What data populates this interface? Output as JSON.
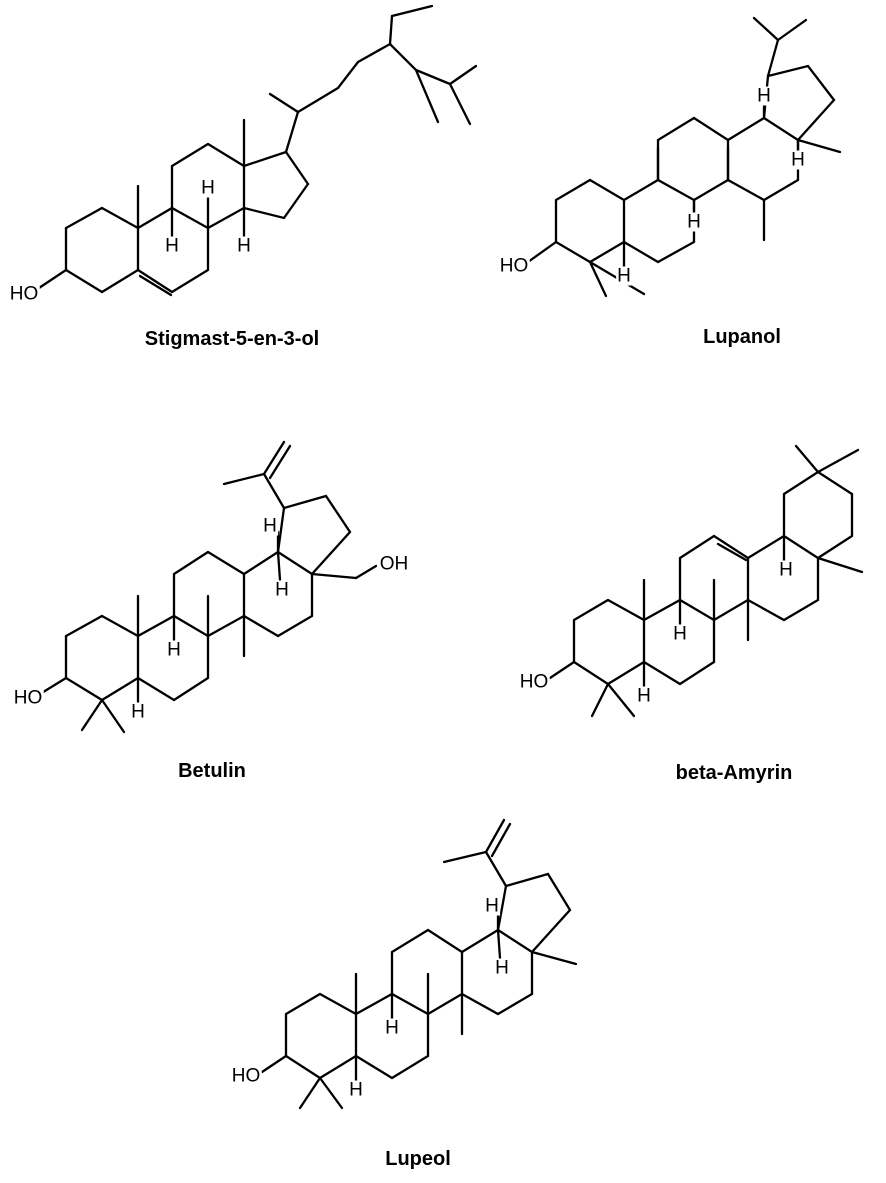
{
  "molecules": [
    {
      "name": "Stigmast-5-en-3-ol",
      "atoms": [
        "HO",
        "H",
        "H",
        "H"
      ]
    },
    {
      "name": "Lupanol",
      "atoms": [
        "HO",
        "H",
        "H",
        "H",
        "H"
      ]
    },
    {
      "name": "Betulin",
      "atoms": [
        "HO",
        "OH",
        "H",
        "H",
        "H",
        "H"
      ]
    },
    {
      "name": "beta-Amyrin",
      "atoms": [
        "HO",
        "H",
        "H",
        "H"
      ]
    },
    {
      "name": "Lupeol",
      "atoms": [
        "HO",
        "H",
        "H",
        "H",
        "H"
      ]
    }
  ],
  "colors": {
    "ink": "#000000",
    "background": "#ffffff"
  }
}
